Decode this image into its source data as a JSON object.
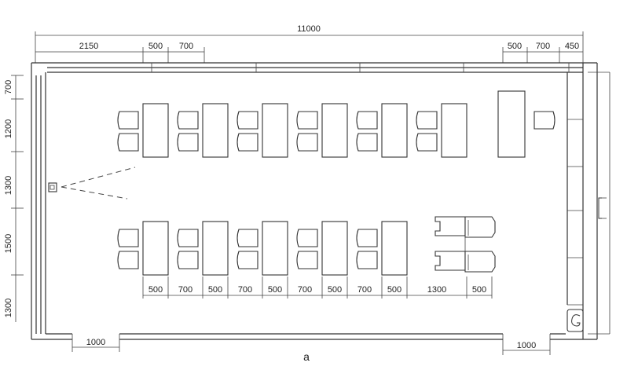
{
  "figure_label": "a",
  "dimensions": {
    "overall_width": "11000",
    "top_left": [
      "2150",
      "500",
      "700"
    ],
    "top_right": [
      "500",
      "700",
      "450"
    ],
    "left_side": [
      "700",
      "1200",
      "1300",
      "1500",
      "1300"
    ],
    "bottom_row": [
      "500",
      "700",
      "500",
      "700",
      "500",
      "700",
      "500",
      "700",
      "500",
      "1300",
      "500"
    ],
    "door_left": "1000",
    "door_right": "1000"
  }
}
